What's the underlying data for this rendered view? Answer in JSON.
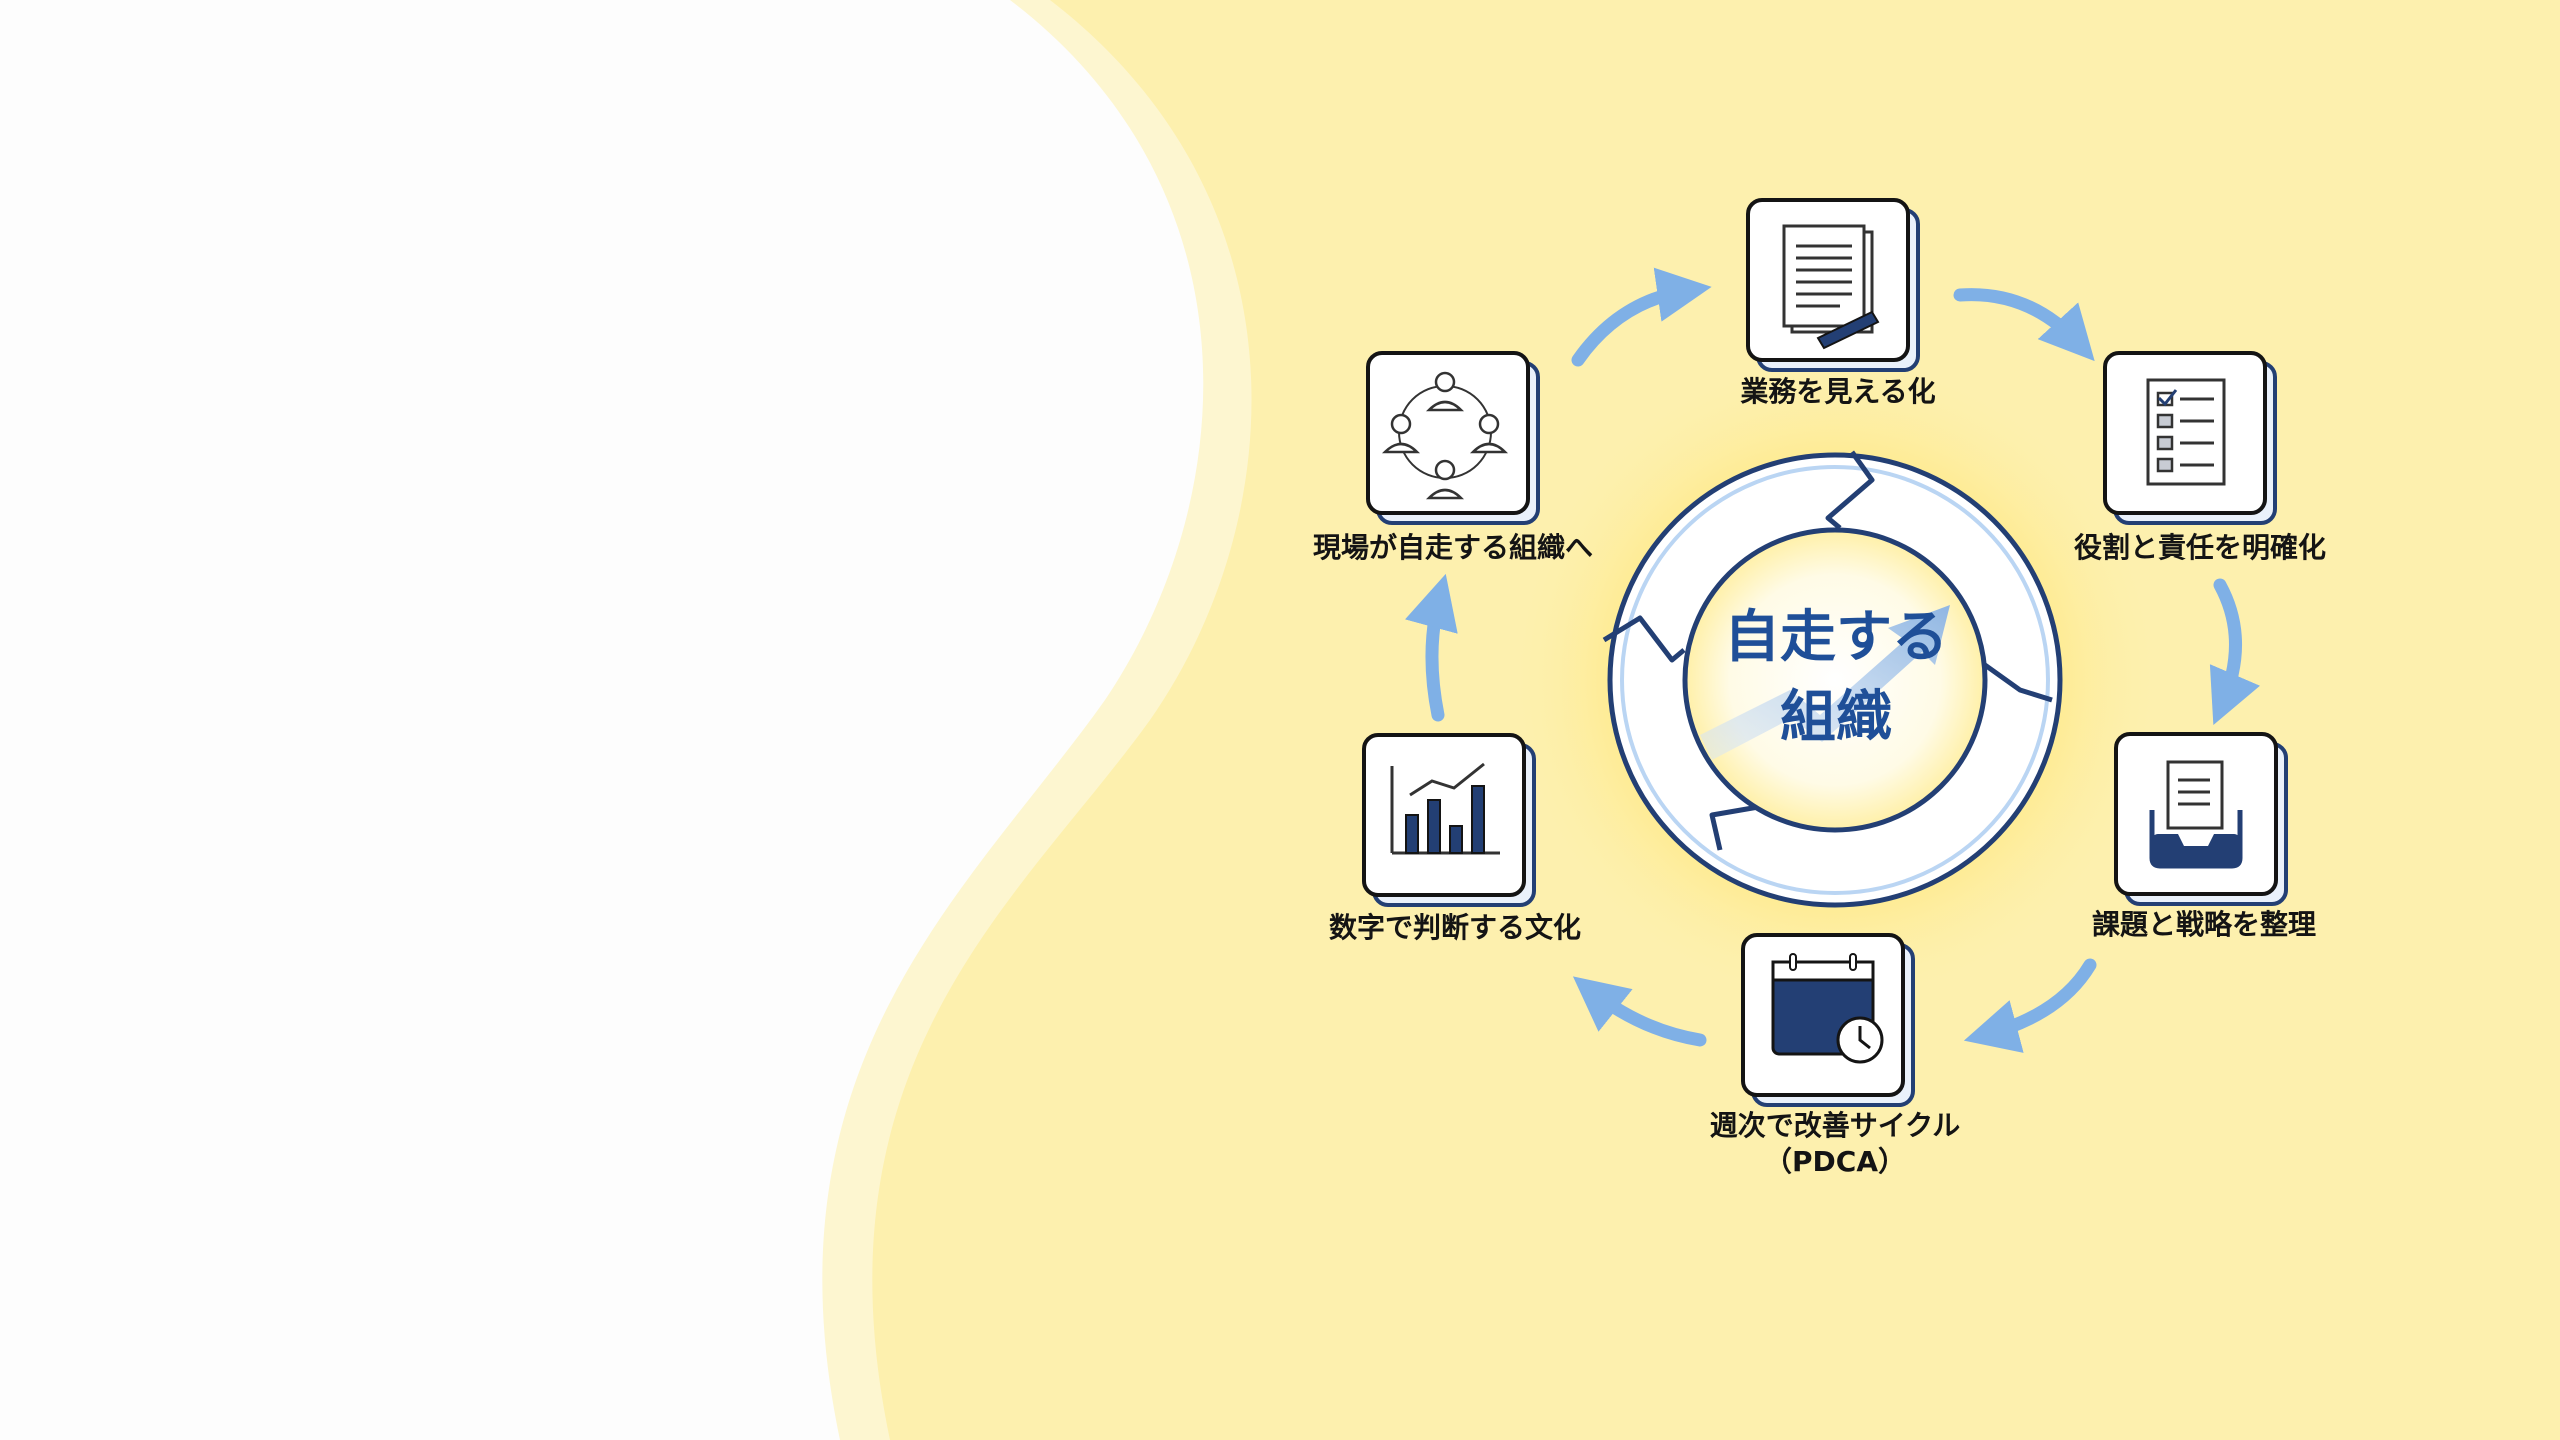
{
  "diagram": {
    "center": {
      "line1": "自走する",
      "line2": "組織"
    },
    "steps": [
      {
        "id": "visualize",
        "label": "業務を見える化",
        "icon": "document-pencil-icon"
      },
      {
        "id": "roles",
        "label": "役割と責任を明確化",
        "icon": "checklist-icon"
      },
      {
        "id": "issues",
        "label": "課題と戦略を整理",
        "icon": "inbox-tray-icon"
      },
      {
        "id": "pdca",
        "label": "週次で改善サイクル",
        "label2": "（PDCA）",
        "icon": "calendar-clock-icon"
      },
      {
        "id": "numbers",
        "label": "数字で判断する文化",
        "icon": "bar-chart-icon"
      },
      {
        "id": "autonomous",
        "label": "現場が自走する組織へ",
        "icon": "people-circle-icon"
      }
    ]
  },
  "colors": {
    "background_yellow": "#fdf0ae",
    "white_panel": "#fdfdfd",
    "navy": "#233f74",
    "arrow_blue": "#7fb0e6",
    "title_blue": "#1f4f98"
  }
}
